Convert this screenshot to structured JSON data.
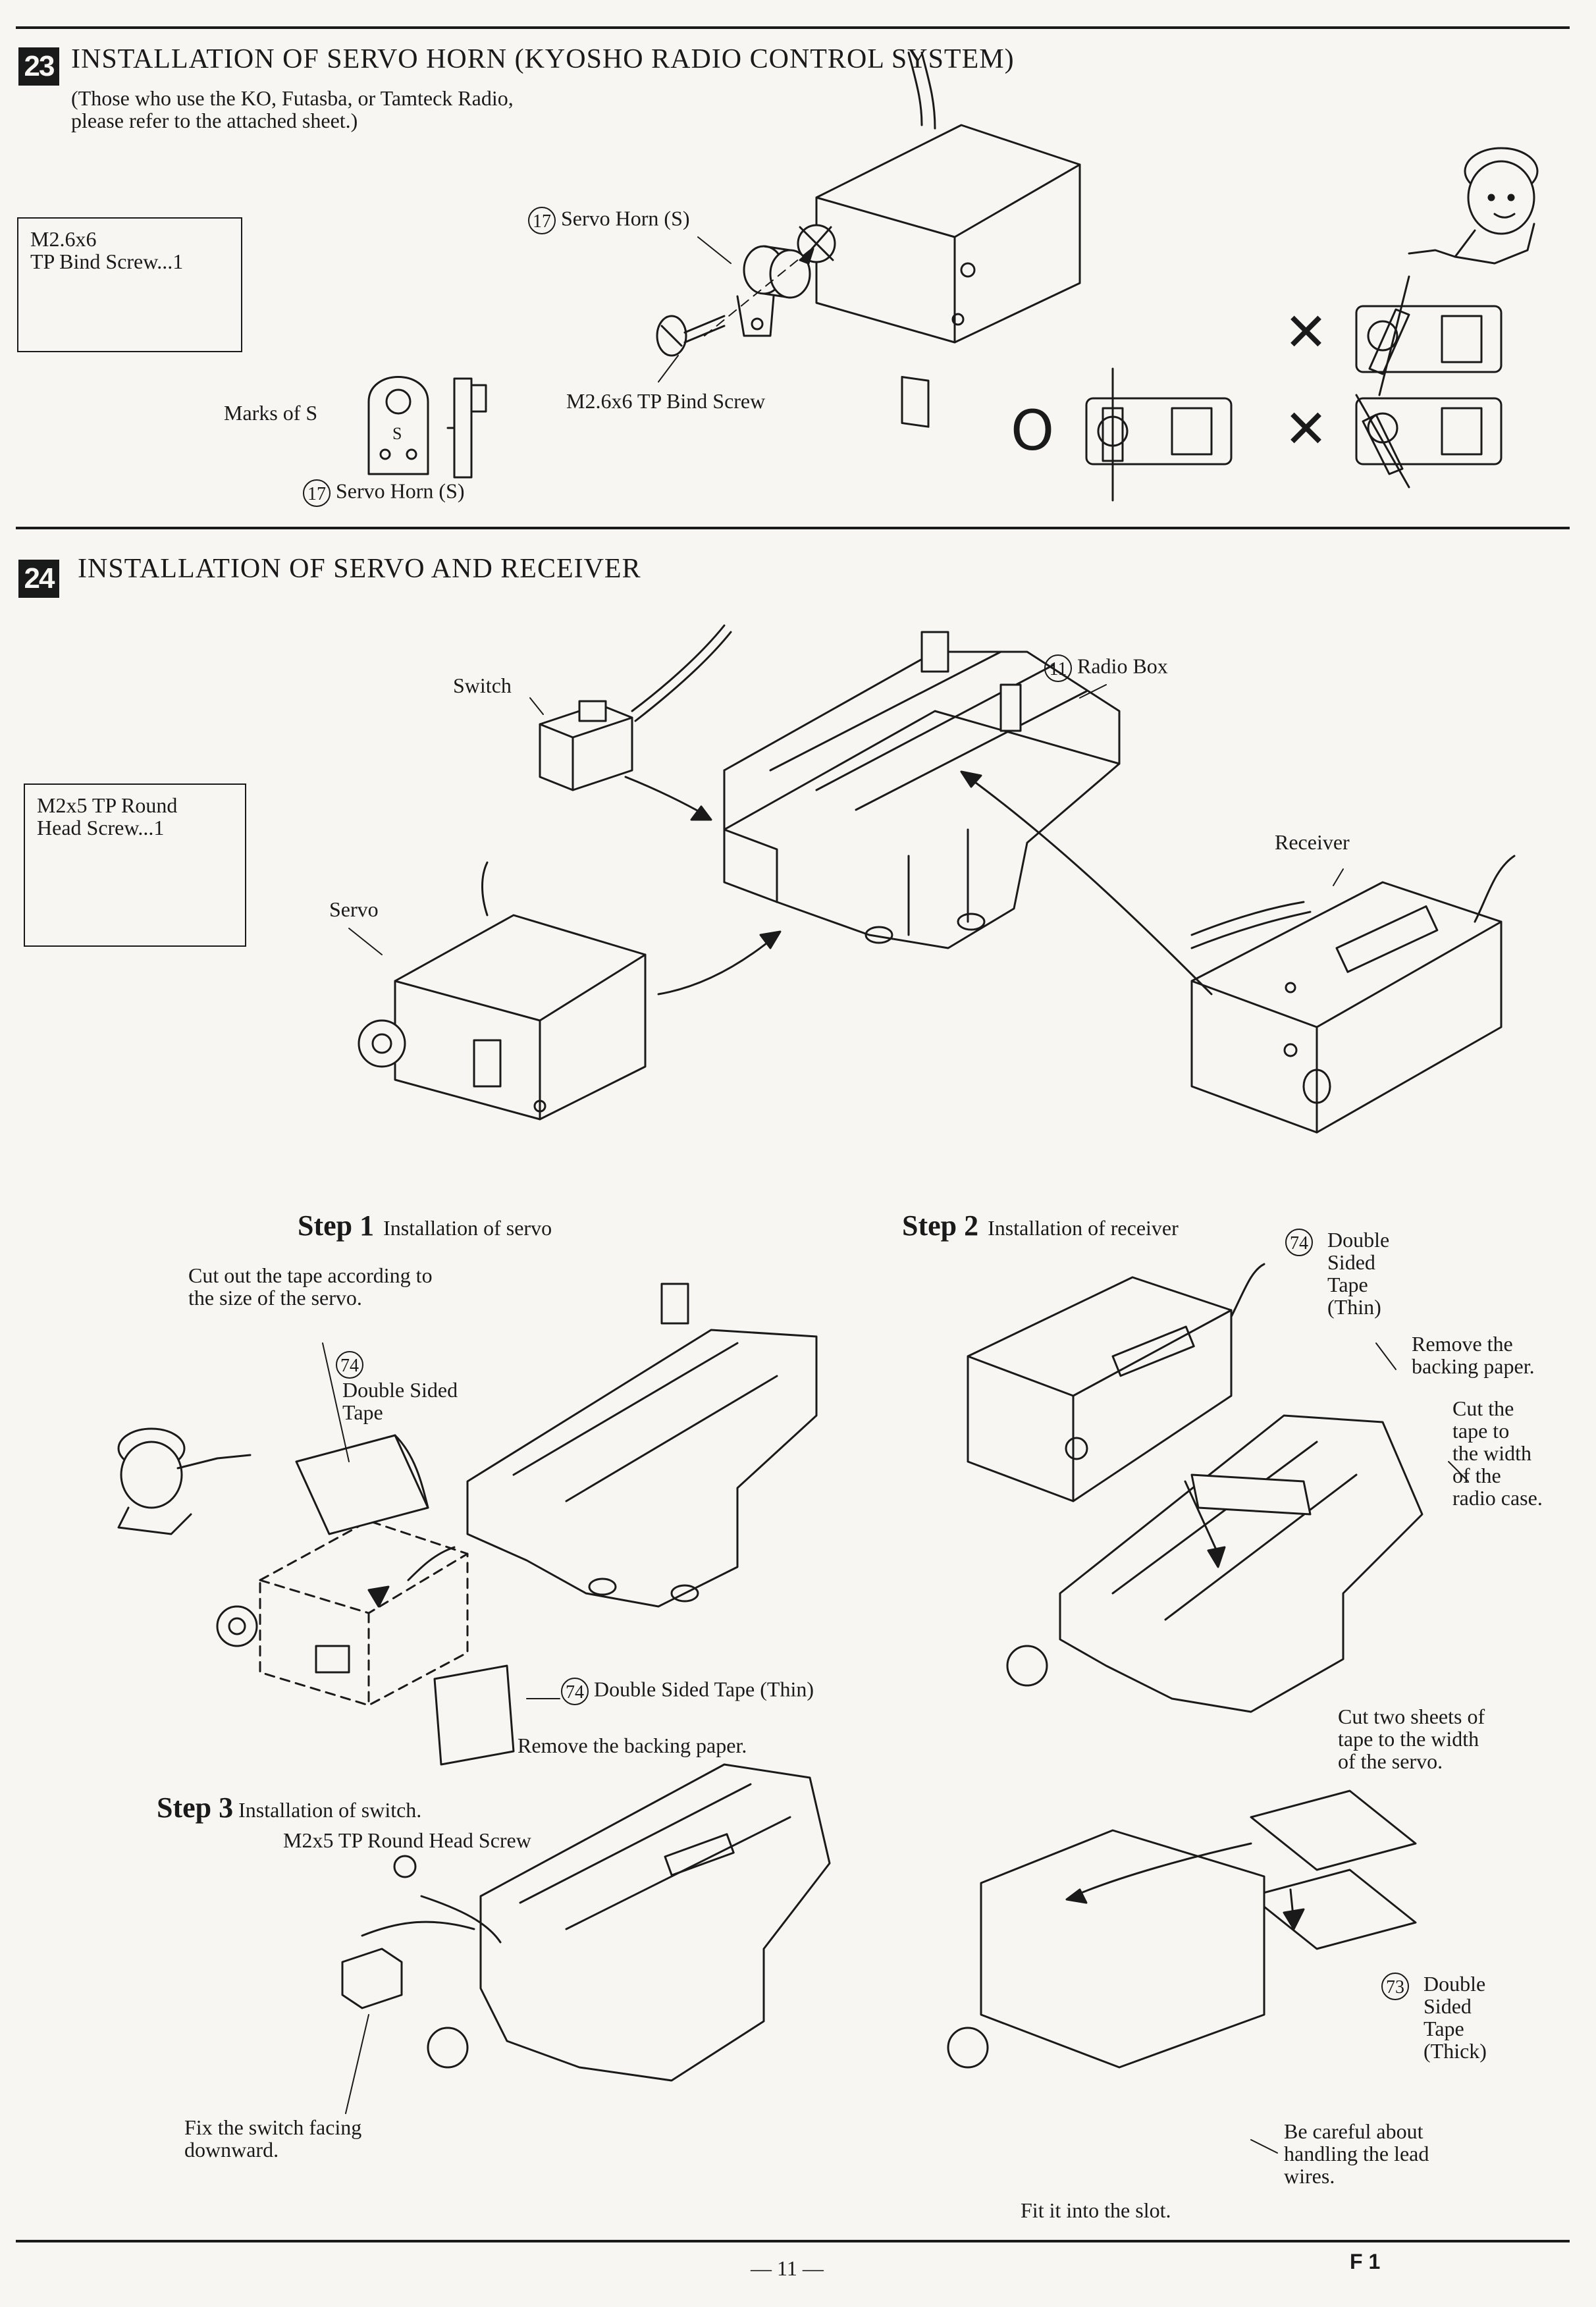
{
  "section23": {
    "number": "23",
    "title": "INSTALLATION OF SERVO HORN  (KYOSHO RADIO CONTROL SYSTEM)",
    "note": "(Those who use the KO, Futasba, or Tamteck Radio,\nplease refer to the attached sheet.)",
    "parts_box": "M2.6x6\nTP Bind Screw...1",
    "servo_horn_label": "Servo Horn (S)",
    "servo_horn_num": "17",
    "bind_screw_label": "M2.6x6 TP Bind Screw",
    "marks_label": "Marks of S",
    "mark_letter": "S",
    "servo_horn_bottom_label": "Servo Horn (S)",
    "servo_horn_bottom_num": "17",
    "ok_symbol": "O",
    "ng_symbol": "✕"
  },
  "section24": {
    "number": "24",
    "title": "INSTALLATION OF SERVO AND RECEIVER",
    "parts_box": "M2x5 TP Round\nHead Screw...1",
    "switch_label": "Switch",
    "radio_box_label": "Radio Box",
    "radio_box_num": "11",
    "servo_label": "Servo",
    "receiver_label": "Receiver"
  },
  "step1": {
    "title": "Step 1",
    "subtitle": "Installation of servo",
    "cut_note": "Cut out the tape according to\nthe size of the servo.",
    "tape_num": "74",
    "tape_label": "Double Sided\nTape",
    "tape_thin_num": "74",
    "tape_thin_label": "Double Sided Tape (Thin)",
    "remove_paper": "Remove the backing paper."
  },
  "step2": {
    "title": "Step 2",
    "subtitle": "Installation of receiver",
    "tape_num": "74",
    "tape_label": "Double Sided\nTape (Thin)",
    "remove_paper": "Remove the\nbacking paper.",
    "cut_note": "Cut the\ntape to\nthe width\nof the\nradio case.",
    "cut_two_note": "Cut two sheets of\ntape to the width\nof the servo.",
    "tape_thick_num": "73",
    "tape_thick_label": "Double Sided\nTape (Thick)",
    "careful_note": "Be careful about\nhandling the lead\nwires.",
    "fit_note": "Fit it into the slot."
  },
  "step3": {
    "title": "Step 3",
    "subtitle": "Installation of switch.",
    "screw_label": "M2x5 TP Round Head Screw",
    "fix_note": "Fix the switch facing\ndownward."
  },
  "footer": {
    "page_number": "— 11 —",
    "code": "F 1"
  }
}
